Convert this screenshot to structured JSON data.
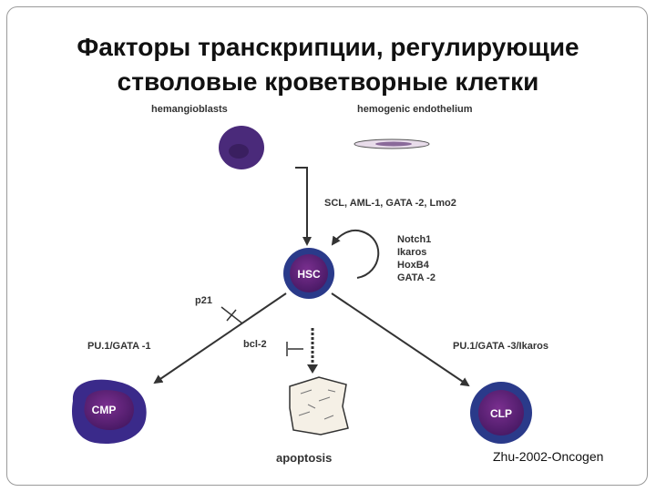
{
  "title": {
    "line1": "Факторы транскрипции, регулирующие",
    "line2": "стволовые кроветворные клетки"
  },
  "diagram": {
    "hemangioblasts": "hemangioblasts",
    "hemogenic_endothelium": "hemogenic endothelium",
    "top_factors": "SCL, AML-1, GATA -2, Lmo2",
    "self_renewal_factors": [
      "Notch1",
      "Ikaros",
      "HoxB4",
      "GATA -2"
    ],
    "hsc": "HSC",
    "p21": "p21",
    "bcl2": "bcl-2",
    "left_factors": "PU.1/GATA -1",
    "right_factors": "PU.1/GATA -3/Ikaros",
    "cmp": "CMP",
    "clp": "CLP",
    "apoptosis": "apoptosis"
  },
  "citation": "Zhu-2002-Oncogen"
}
